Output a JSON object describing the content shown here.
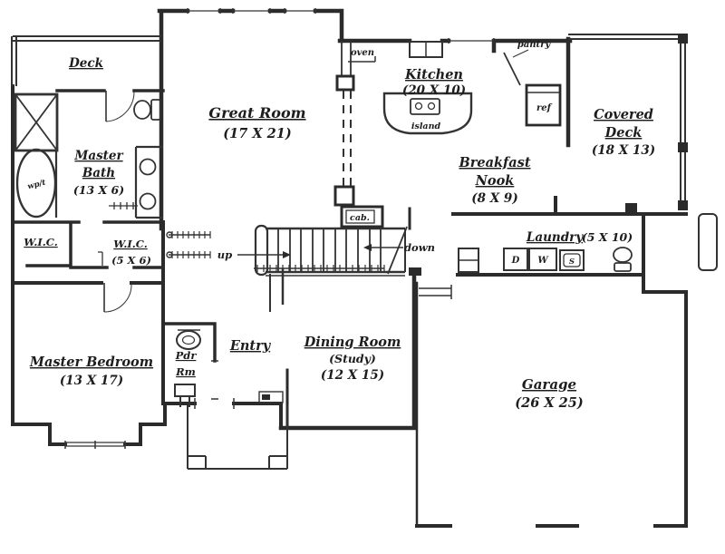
{
  "colors": {
    "ink": "#2b2b2b",
    "paper": "#ffffff",
    "text": "#1d1d1d"
  },
  "rooms": {
    "deck": {
      "name": "Deck"
    },
    "great_room": {
      "name": "Great Room",
      "dims": "(17 X 21)"
    },
    "master_bath": {
      "name_line1": "Master",
      "name_line2": "Bath",
      "dims": "(13 X 6)"
    },
    "wic_left": {
      "name": "W.I.C."
    },
    "wic_right": {
      "name": "W.I.C.",
      "dims": "(5 X 6)"
    },
    "kitchen": {
      "name": "Kitchen",
      "dims": "(20 X 10)"
    },
    "covered_deck": {
      "name_line1": "Covered",
      "name_line2": "Deck",
      "dims": "(18 X 13)"
    },
    "breakfast_nook": {
      "name_line1": "Breakfast",
      "name_line2": "Nook",
      "dims": "(8 X 9)"
    },
    "laundry": {
      "name": "Laundry",
      "dims": "(5 X 10)"
    },
    "master_bedroom": {
      "name": "Master Bedroom",
      "dims": "(13 X 17)"
    },
    "entry": {
      "name": "Entry"
    },
    "powder_room": {
      "name_line1": "Pdr",
      "name_line2": "Rm"
    },
    "dining_room": {
      "name": "Dining Room",
      "alt": "(Study)",
      "dims": "(12 X 15)"
    },
    "garage": {
      "name": "Garage",
      "dims": "(26 X 25)"
    }
  },
  "fixtures": {
    "oven": "oven",
    "pantry": "pantry",
    "refrigerator": "ref",
    "island": "island",
    "cabinet": "cab.",
    "stairs_up": "up",
    "stairs_down": "down",
    "whirlpool_tub": "wp/t",
    "dryer": "D",
    "washer": "W",
    "laundry_sink": "S"
  }
}
